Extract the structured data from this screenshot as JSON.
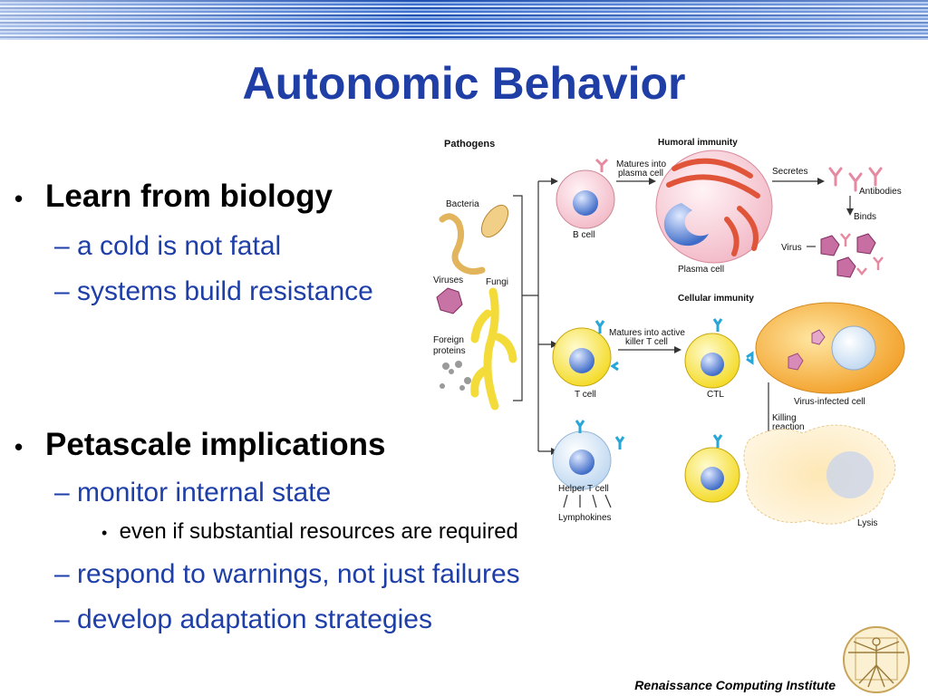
{
  "slide": {
    "title": "Autonomic Behavior",
    "bullets": [
      {
        "text": "Learn from biology",
        "sub": [
          "a cold is not fatal",
          "systems build resistance"
        ]
      },
      {
        "text": "Petascale implications",
        "sub": [
          "monitor internal state",
          "even if substantial resources are required",
          "respond to warnings, not just failures",
          "develop adaptation strategies"
        ]
      }
    ],
    "bullet_glyph": "•",
    "dash_glyph": "–",
    "footer": "Renaissance Computing Institute"
  },
  "figure": {
    "labels": {
      "pathogens": "Pathogens",
      "bacteria": "Bacteria",
      "viruses": "Viruses",
      "fungi": "Fungi",
      "foreign_proteins_1": "Foreign",
      "foreign_proteins_2": "proteins",
      "humoral": "Humoral immunity",
      "matures_plasma_1": "Matures into",
      "matures_plasma_2": "plasma cell",
      "b_cell": "B cell",
      "plasma_cell": "Plasma cell",
      "secretes": "Secretes",
      "antibodies": "Antibodies",
      "binds": "Binds",
      "virus": "Virus",
      "cellular": "Cellular immunity",
      "matures_killer_1": "Matures into active",
      "matures_killer_2": "killer T cell",
      "t_cell": "T cell",
      "ctl": "CTL",
      "virus_infected": "Virus-infected cell",
      "killing_1": "Killing",
      "killing_2": "reaction",
      "helper_t": "Helper T cell",
      "lymphokines": "Lymphokines",
      "lysis": "Lysis"
    },
    "colors": {
      "title_blue": "#1f3fa6",
      "sub_blue": "#1e3ea8",
      "b_cell_pink": "#f7c9d3",
      "t_cell_yellow": "#f6e23a",
      "nucleus_blue": "#5c86d8",
      "plasma_pink": "#f3a0b0",
      "infected_orange": "#f3a52d",
      "antibody_pink": "#e58aa0",
      "virus_purple": "#c76fa3"
    }
  }
}
